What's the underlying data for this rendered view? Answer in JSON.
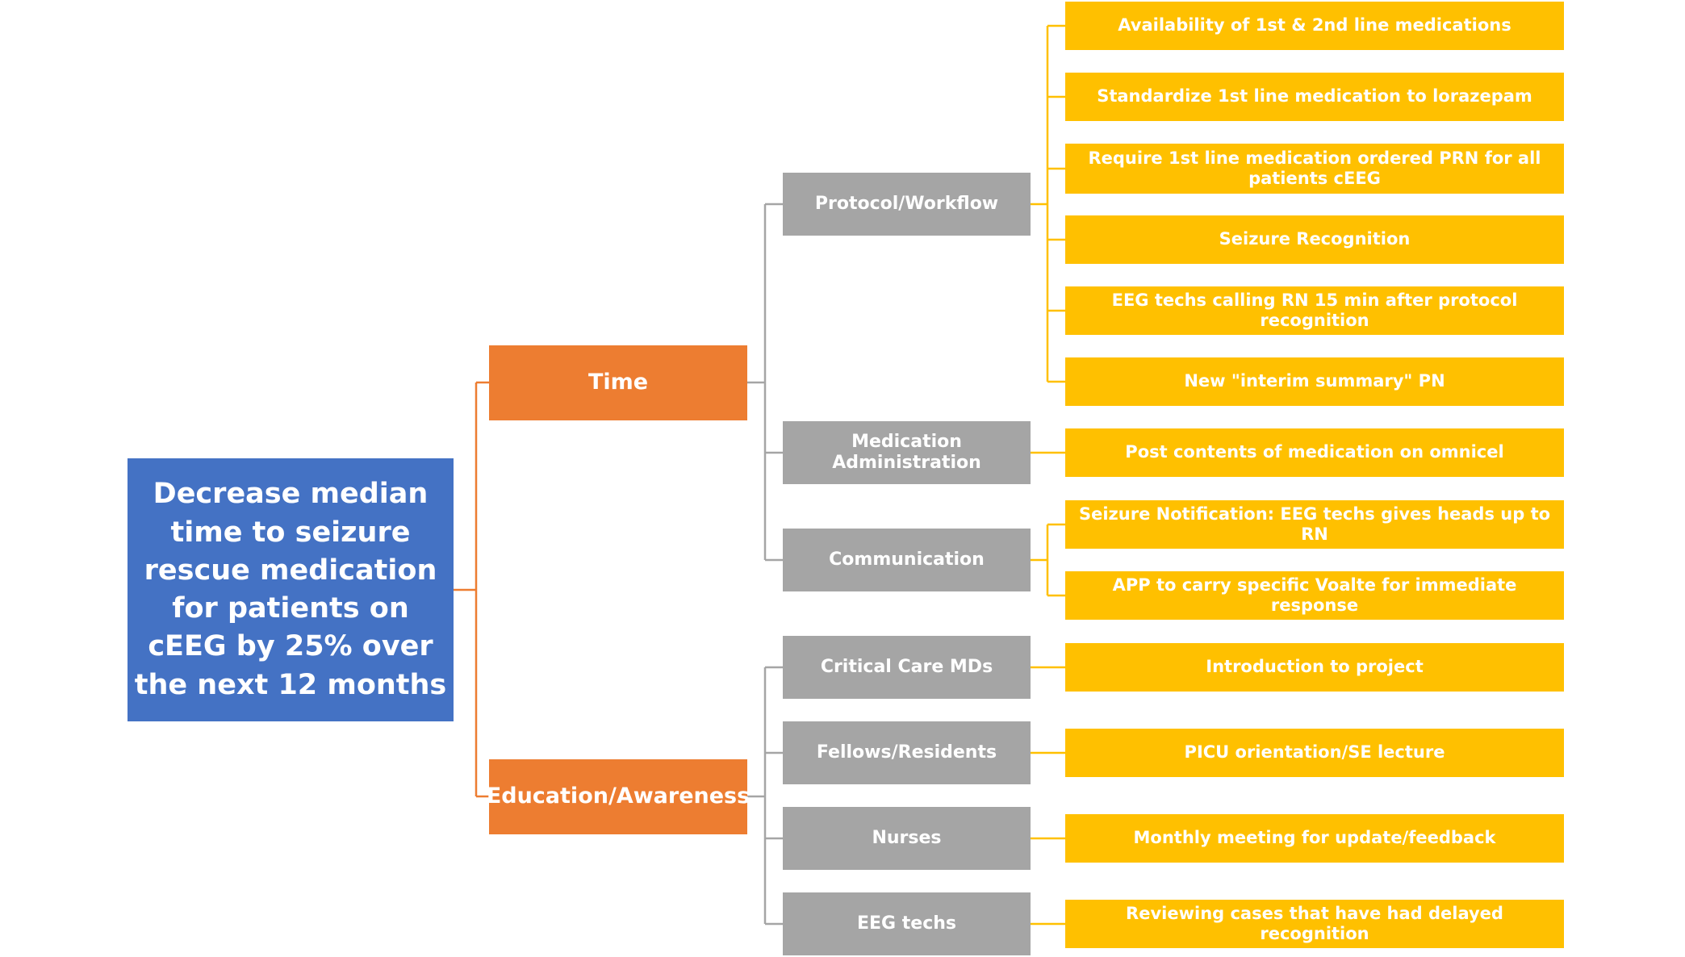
{
  "colors": {
    "root": "#4472c4",
    "level1": "#ed7d31",
    "level2": "#a5a5a5",
    "level3": "#ffc000",
    "connector_orange": "#ed7d31",
    "connector_gray": "#a5a5a5",
    "connector_gold": "#ffc000"
  },
  "root": {
    "label": "Decrease median time to seizure rescue medication for patients on cEEG by 25% over the next 12 months"
  },
  "drivers": [
    {
      "label": "Time",
      "groups": [
        {
          "label": "Protocol/Workflow",
          "items": [
            "Availability of 1st & 2nd line medications",
            "Standardize 1st line medication to lorazepam",
            "Require 1st line medication ordered PRN for all patients cEEG",
            "Seizure Recognition",
            "EEG techs calling RN 15 min after protocol recognition",
            "New \"interim summary\" PN"
          ]
        },
        {
          "label": "Medication Administration",
          "items": [
            "Post contents of medication on omnicel"
          ]
        },
        {
          "label": "Communication",
          "items": [
            "Seizure Notification: EEG techs gives heads up to RN",
            "APP to carry specific Voalte for immediate response"
          ]
        }
      ]
    },
    {
      "label": "Education/Awareness",
      "groups": [
        {
          "label": "Critical Care MDs",
          "items": [
            "Introduction to project"
          ]
        },
        {
          "label": "Fellows/Residents",
          "items": [
            "PICU orientation/SE lecture"
          ]
        },
        {
          "label": "Nurses",
          "items": [
            "Monthly meeting for update/feedback"
          ]
        },
        {
          "label": "EEG techs",
          "items": [
            "Reviewing cases that have had delayed recognition"
          ]
        }
      ]
    }
  ]
}
